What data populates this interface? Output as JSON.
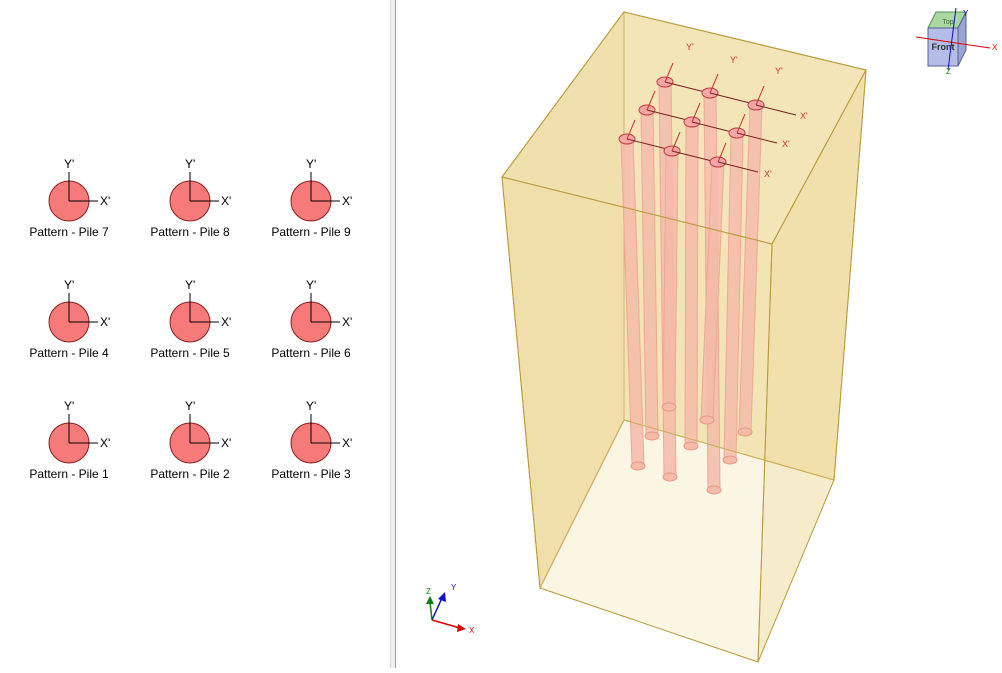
{
  "patterns": [
    {
      "label": "Pattern - Pile 7"
    },
    {
      "label": "Pattern - Pile 8"
    },
    {
      "label": "Pattern - Pile 9"
    },
    {
      "label": "Pattern - Pile 4"
    },
    {
      "label": "Pattern - Pile 5"
    },
    {
      "label": "Pattern - Pile 6"
    },
    {
      "label": "Pattern - Pile 1"
    },
    {
      "label": "Pattern - Pile 2"
    },
    {
      "label": "Pattern - Pile 3"
    }
  ],
  "local_axes": {
    "x": "X'",
    "y": "Y'"
  },
  "view_cube": {
    "face_front": "Front",
    "face_top": "Top",
    "axis_x": "X",
    "axis_y": "Y",
    "axis_z": "Z"
  },
  "triad": {
    "x": "X",
    "y": "Y",
    "z": "Z"
  },
  "colors": {
    "pile_fill": "#f77a7a",
    "pile_outline": "#8a1f1f",
    "pile_3d": "#f5a6a6",
    "box_fill": "#f0dfa6",
    "box_edge": "#b89a3a",
    "axis_x": "#e00000",
    "axis_y": "#1010d0",
    "axis_z": "#108010"
  }
}
